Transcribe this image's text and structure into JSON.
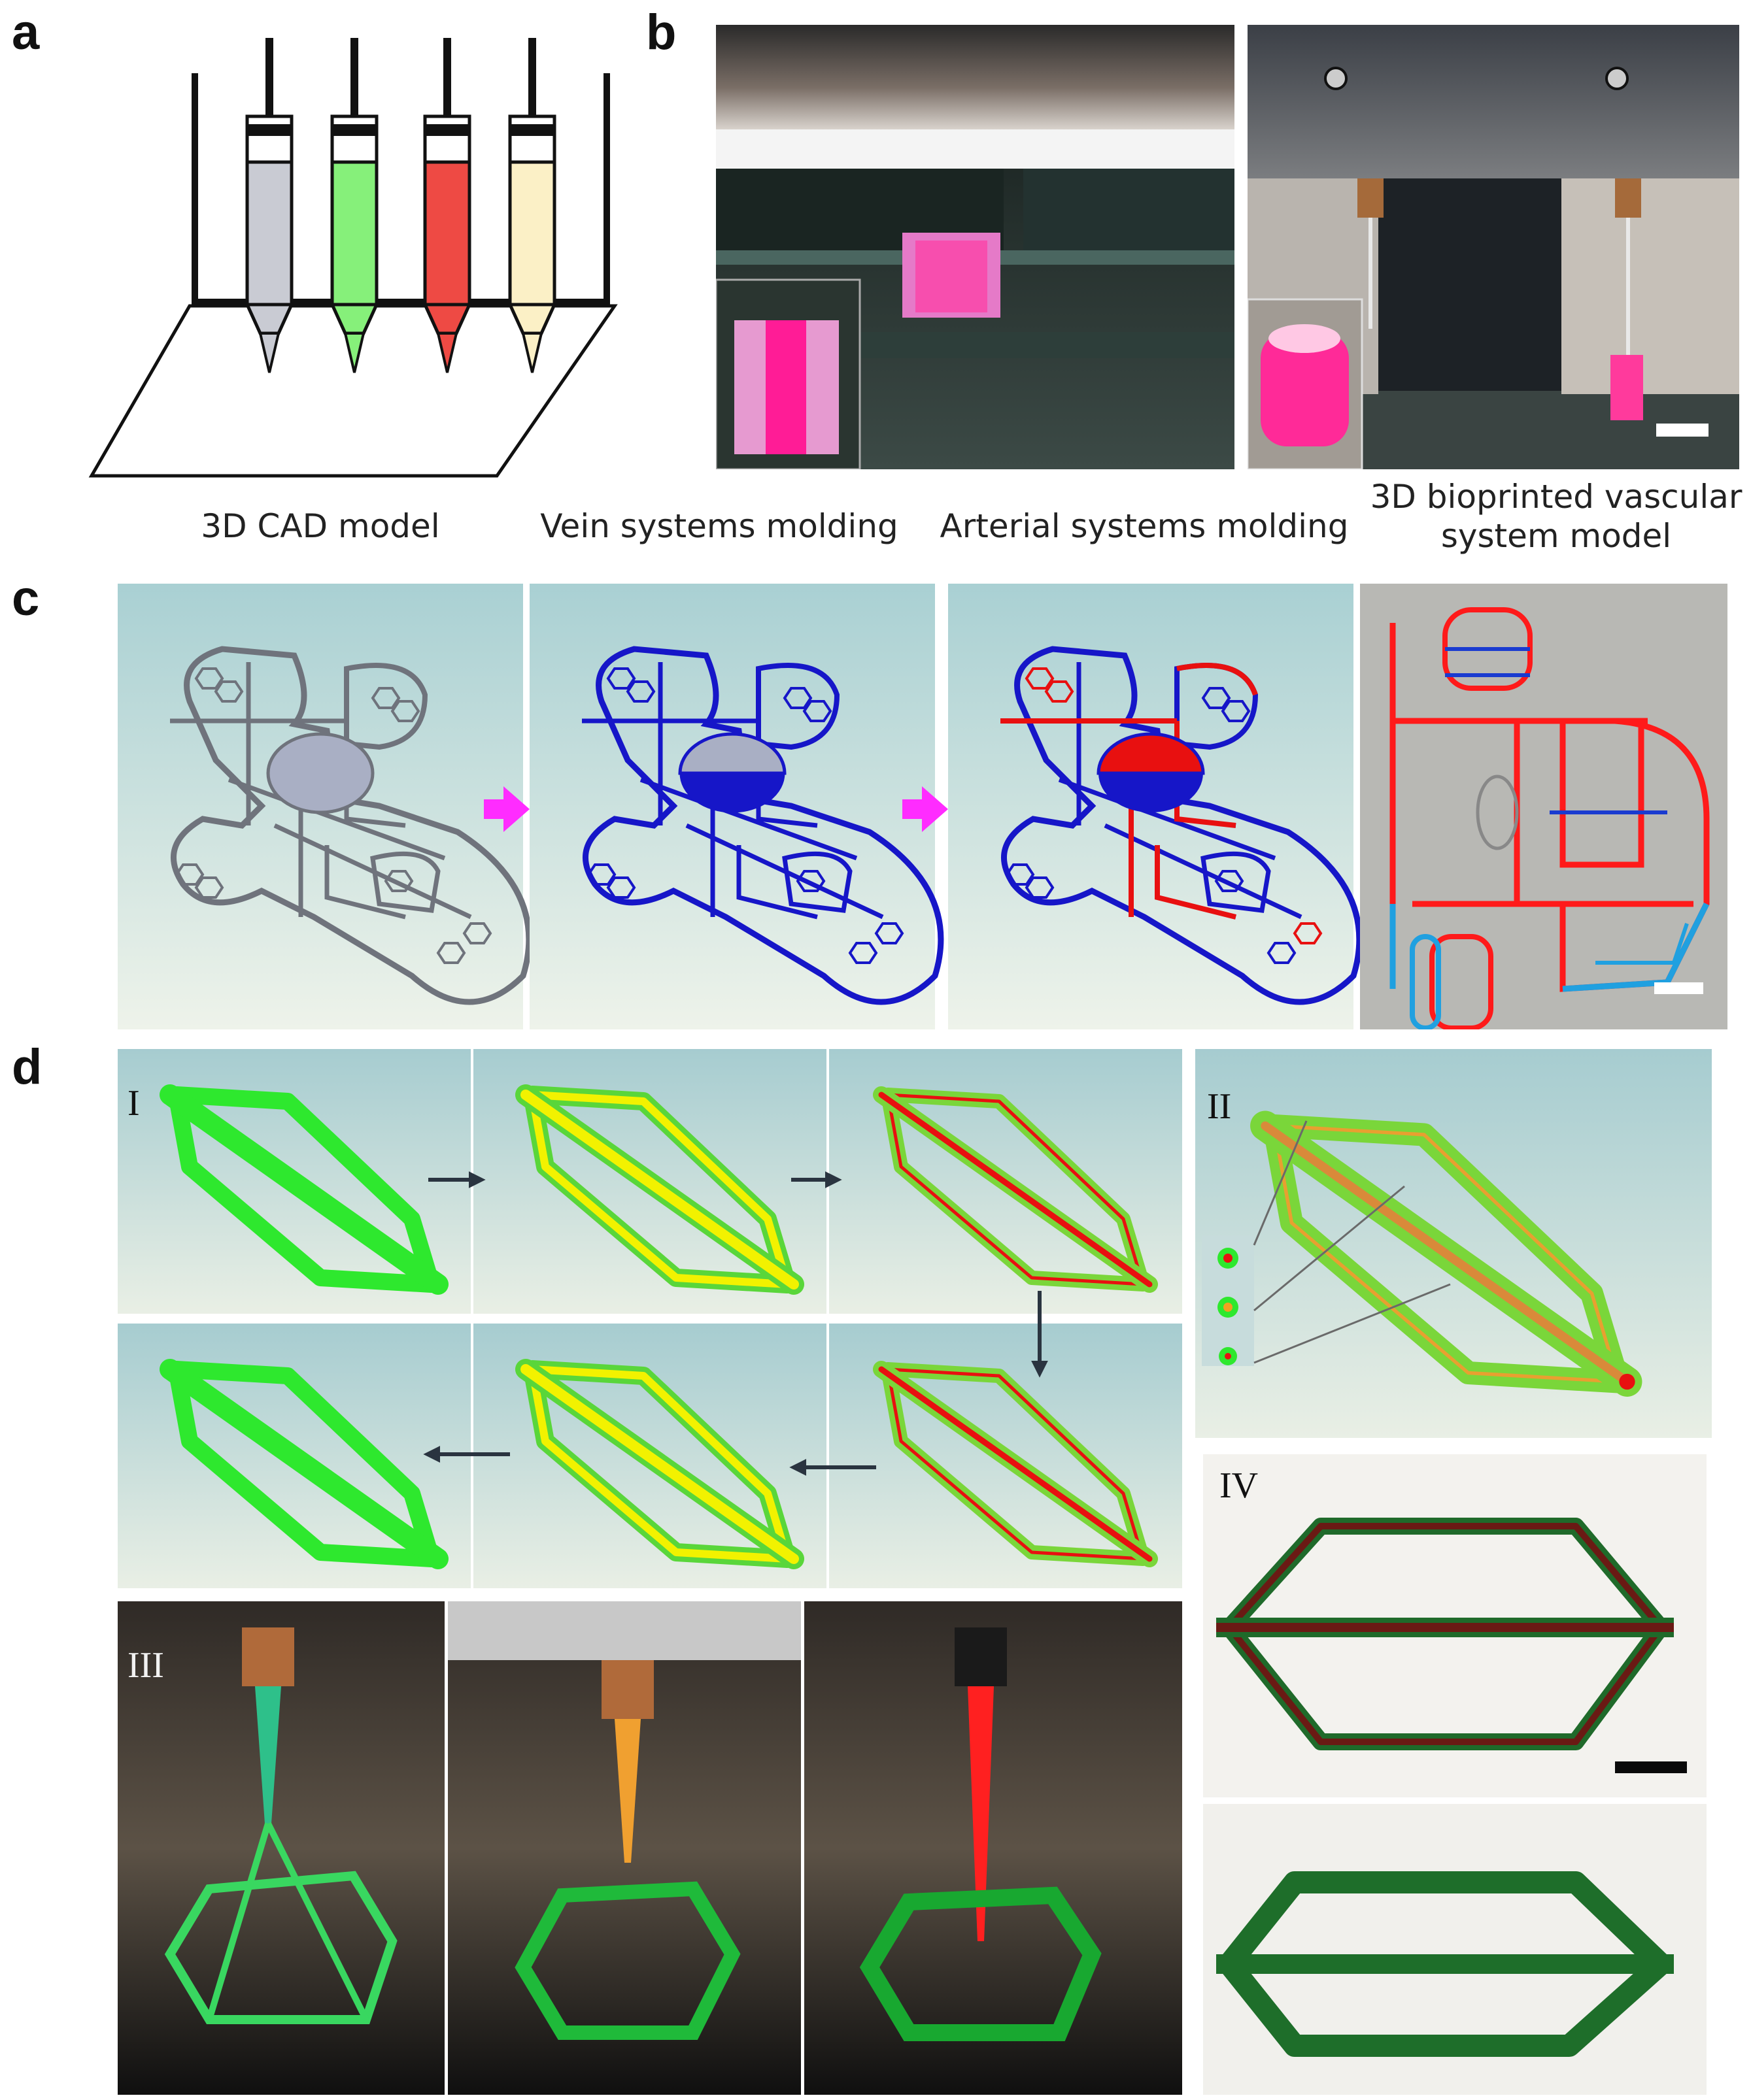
{
  "panels": {
    "a": "a",
    "b": "b",
    "c": "c",
    "d": "d"
  },
  "captions": [
    "3D CAD model",
    "Vein systems molding",
    "Arterial systems molding",
    "3D bioprinted vascular system model"
  ],
  "subpanels": {
    "I": "I",
    "II": "II",
    "III": "III",
    "IV": "IV"
  },
  "colors": {
    "vein_blue": "#1616c8",
    "artery_red": "#e81010",
    "bioink_green": "#2ee82e",
    "bioink_yellow": "#f2f200",
    "arrow_magenta": "#ff2cff",
    "cad_gray": "#8a8f9a",
    "panel_bg_teal": "#cfe4e4"
  },
  "syringes": [
    {
      "name": "gray-syringe",
      "fill": "#c9cbd3"
    },
    {
      "name": "green-syringe",
      "fill": "#86f07a"
    },
    {
      "name": "red-syringe",
      "fill": "#ee4a44"
    },
    {
      "name": "cream-syringe",
      "fill": "#fbf0c6"
    }
  ]
}
